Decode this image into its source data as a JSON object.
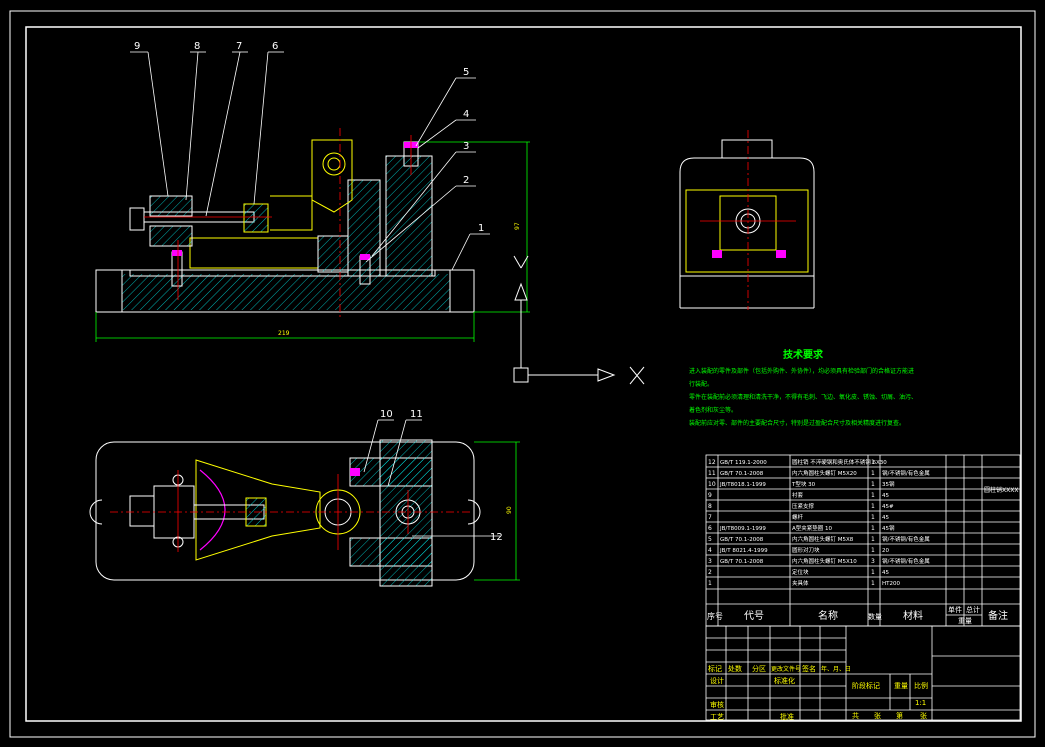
{
  "balloons": [
    "1",
    "2",
    "3",
    "4",
    "5",
    "6",
    "7",
    "8",
    "9",
    "10",
    "11",
    "12"
  ],
  "dimensions": {
    "overall_length": "219",
    "height": "97",
    "top_width": "90"
  },
  "tech_req": {
    "title": "技术要求",
    "lines": [
      "进入装配的零件及部件（包括外购件、外协件），均必须具有检验部门的合格证方能进",
      "行装配。",
      "零件在装配前必须清理和清洗干净，不得有毛刺、飞边、氧化皮、锈蚀、切屑、油污、",
      "着色剂和灰尘等。",
      "装配前应对零、部件的主要配合尺寸，特别是过盈配合尺寸及相关精度进行复查。"
    ]
  },
  "bom": {
    "rows": [
      {
        "no": "12",
        "code": "GB/T 119.1-2000",
        "name": "圆柱销 不淬硬钢和奥氏体不锈钢 6X30",
        "qty": "1",
        "mat": "",
        "note": ""
      },
      {
        "no": "11",
        "code": "GB/T 70.1-2008",
        "name": "内六角圆柱头螺钉 M5X20",
        "qty": "1",
        "mat": "钢/不锈钢/有色金属",
        "note": ""
      },
      {
        "no": "10",
        "code": "JB/T8018.1-1999",
        "name": "T型块 30",
        "qty": "1",
        "mat": "35钢",
        "note": ""
      },
      {
        "no": "9",
        "code": "",
        "name": "衬套",
        "qty": "1",
        "mat": "45",
        "note": ""
      },
      {
        "no": "8",
        "code": "",
        "name": "压紧支撑",
        "qty": "1",
        "mat": "45#",
        "note": ""
      },
      {
        "no": "7",
        "code": "",
        "name": "螺杆",
        "qty": "1",
        "mat": "45",
        "note": ""
      },
      {
        "no": "6",
        "code": "JB/T8009.1-1999",
        "name": "A型夹紧垫圈 10",
        "qty": "1",
        "mat": "45钢",
        "note": ""
      },
      {
        "no": "5",
        "code": "GB/T 70.1-2008",
        "name": "内六角圆柱头螺钉 M5X8",
        "qty": "1",
        "mat": "钢/不锈钢/有色金属",
        "note": ""
      },
      {
        "no": "4",
        "code": "JB/T 8021.4-1999",
        "name": "圆形对刀块",
        "qty": "1",
        "mat": "20",
        "note": ""
      },
      {
        "no": "3",
        "code": "GB/T 70.1-2008",
        "name": "内六角圆柱头螺钉 M5X10",
        "qty": "3",
        "mat": "钢/不锈钢/有色金属",
        "note": ""
      },
      {
        "no": "2",
        "code": "",
        "name": "定位块",
        "qty": "1",
        "mat": "45",
        "note": ""
      },
      {
        "no": "1",
        "code": "",
        "name": "夹具体",
        "qty": "1",
        "mat": "HT200",
        "note": ""
      }
    ],
    "side_note": "圆柱销XXXX",
    "header": {
      "no": "序号",
      "code": "代号",
      "name": "名称",
      "qty": "数量",
      "mat": "材料",
      "unit": "单件",
      "total": "总计",
      "weight": "重量",
      "remark": "备注"
    }
  },
  "title_block": {
    "mark": "标记",
    "count": "处数",
    "zone": "分区",
    "doc": "更改文件号",
    "sign": "签名",
    "date": "年、月、日",
    "design": "设计",
    "std": "标准化",
    "review": "审核",
    "process": "工艺",
    "approve": "批准",
    "stage": "阶段标记",
    "weight": "重量",
    "scale": "比例",
    "scale_val": "1:1",
    "sheets": "共",
    "sheet_of": "张",
    "page": "第",
    "page_of": "张"
  },
  "colors": {
    "yellow": "#ffff00",
    "red": "#ff0000",
    "green": "#00ff00",
    "cyan": "#00ffff",
    "magenta": "#ff00ff",
    "white": "#ffffff"
  }
}
